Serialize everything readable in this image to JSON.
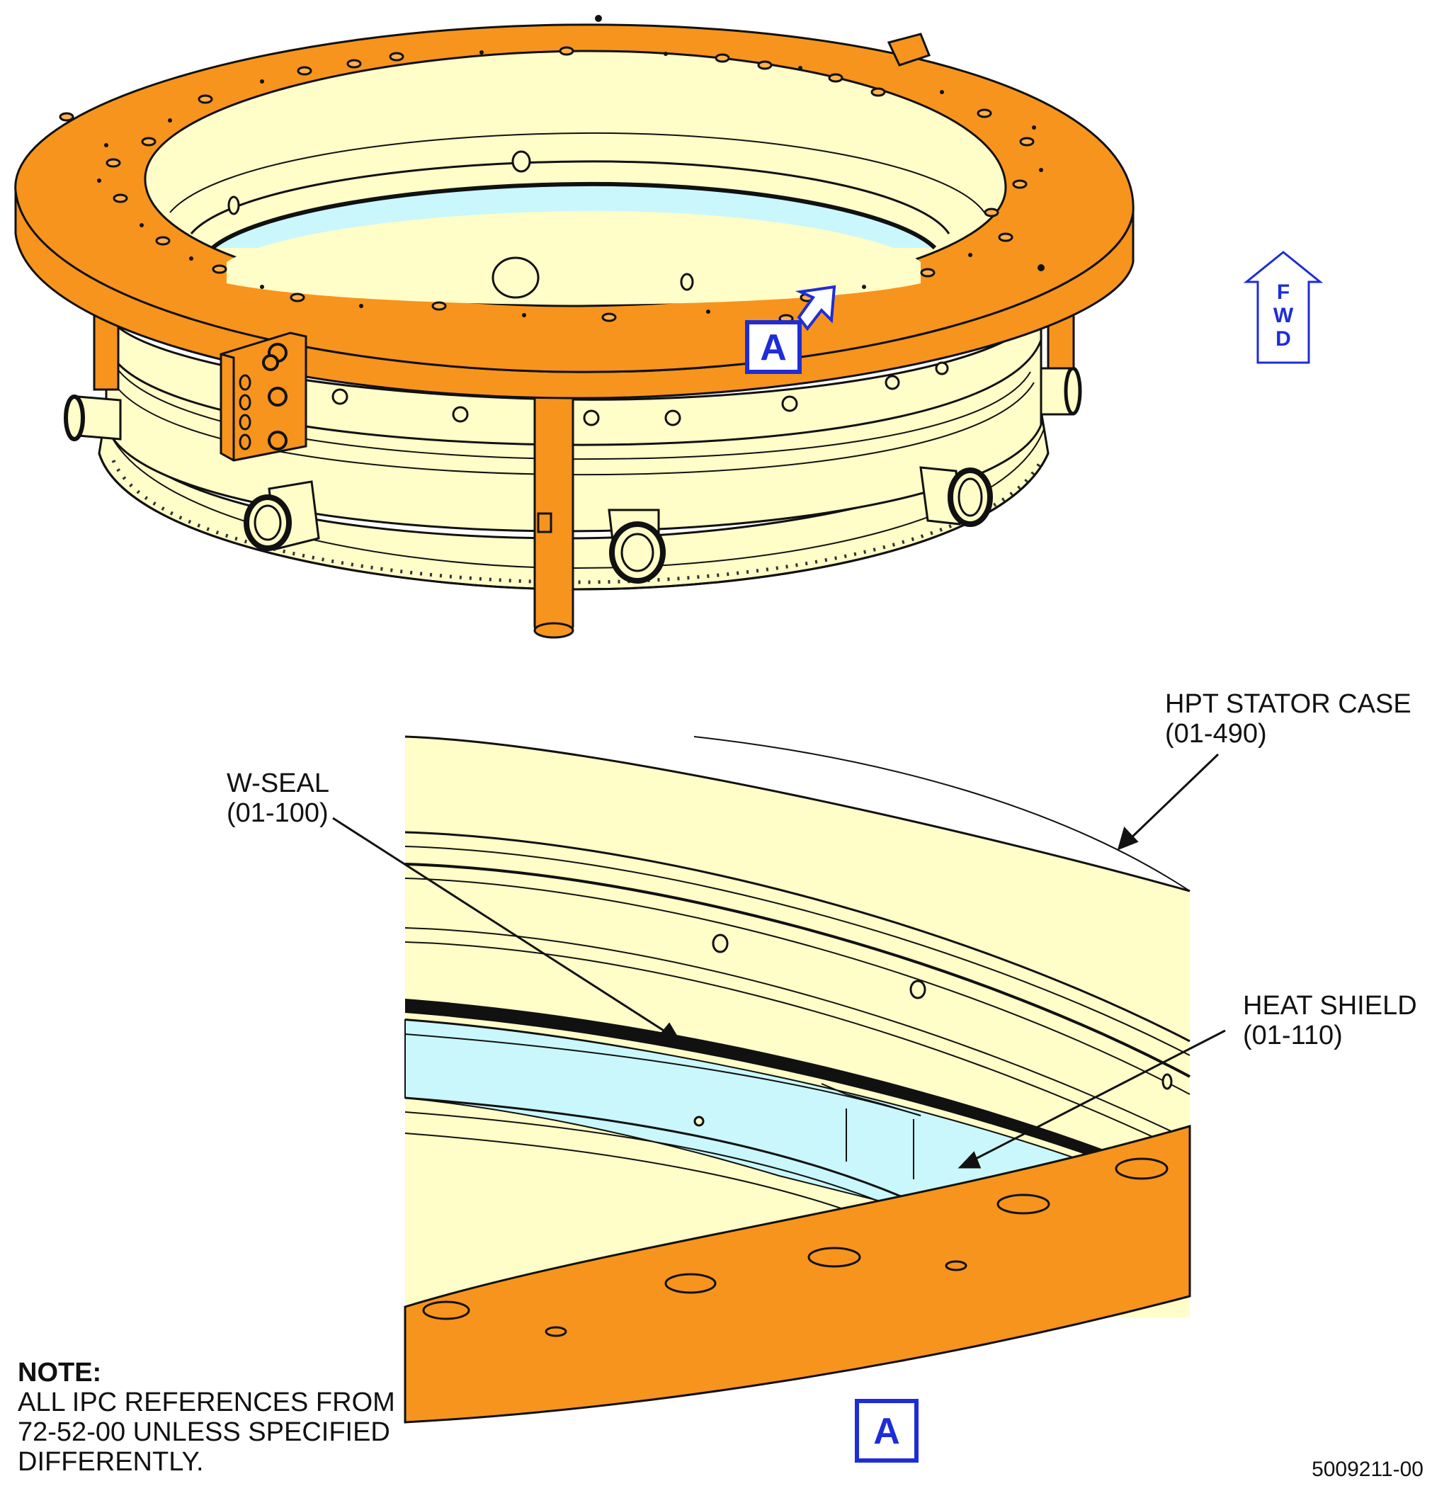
{
  "labels": {
    "hpt_stator_case": {
      "name": "HPT STATOR CASE",
      "ref": "(01-490)"
    },
    "w_seal": {
      "name": "W-SEAL",
      "ref": "(01-100)"
    },
    "heat_shield": {
      "name": "HEAT SHIELD",
      "ref": "(01-110)"
    }
  },
  "view_marker": {
    "letter": "A"
  },
  "detail_marker": {
    "letter": "A"
  },
  "fwd_arrow": {
    "letters": [
      "F",
      "W",
      "D"
    ]
  },
  "note": {
    "title": "NOTE:",
    "lines": [
      "ALL IPC REFERENCES FROM",
      "72-52-00 UNLESS SPECIFIED",
      "DIFFERENTLY."
    ]
  },
  "figure_number": "5009211-00",
  "colors": {
    "fixture_orange": "#F7941D",
    "case_cream": "#FFFDC8",
    "shield_cyan": "#C9F7FB",
    "outline": "#111111",
    "callout_blue": "#1E2DD6"
  }
}
